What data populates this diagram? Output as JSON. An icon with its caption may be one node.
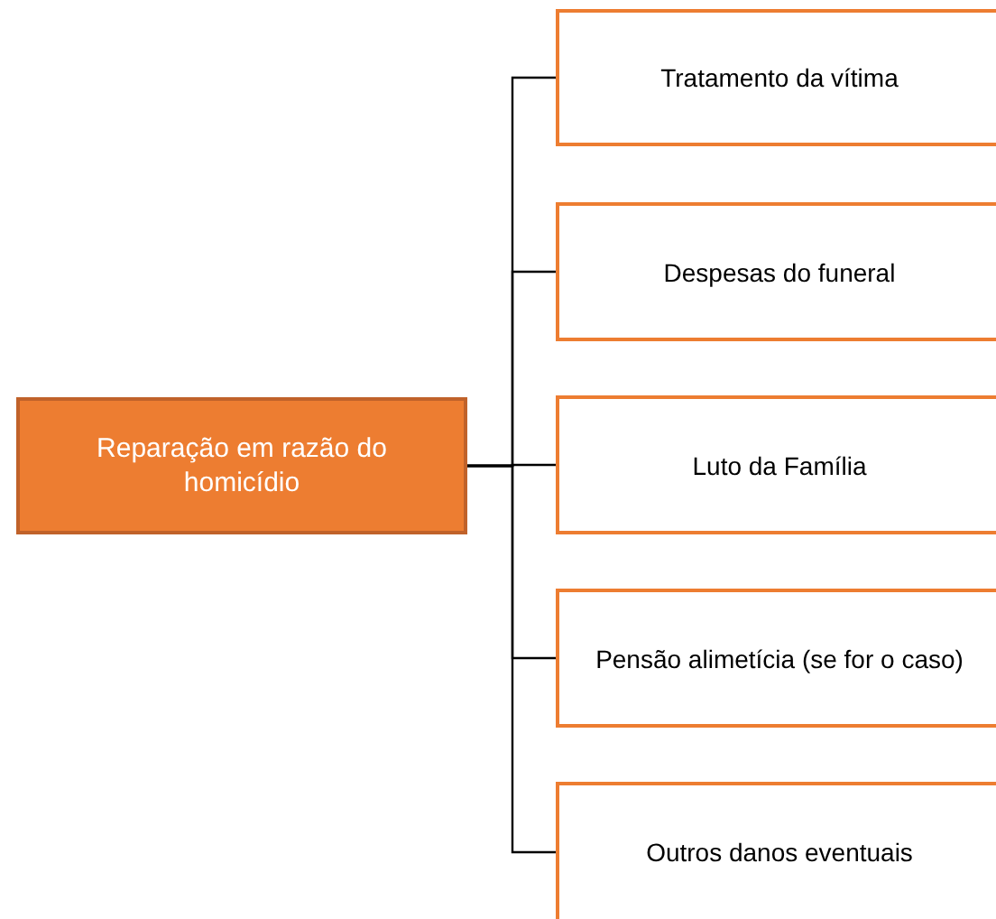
{
  "diagram": {
    "nodes": [
      {
        "text": [
          "Reparação em razão do homicídio"
        ]
      },
      {
        "text": [
          "Tratamento da vítima"
        ]
      },
      {
        "text": [
          "Despesas do funeral"
        ]
      },
      {
        "text": [
          "Luto da Família"
        ]
      },
      {
        "text": [
          "Pensão alimetícia (se for o caso)"
        ]
      },
      {
        "text": [
          "Outros danos eventuais"
        ]
      }
    ],
    "edges": [
      {
        "from": 0,
        "to": 1,
        "arrow": "none"
      },
      {
        "from": 0,
        "to": 2,
        "arrow": "none"
      },
      {
        "from": 0,
        "to": 3,
        "arrow": "none"
      },
      {
        "from": 0,
        "to": 4,
        "arrow": "none"
      },
      {
        "from": 0,
        "to": 5,
        "arrow": "none"
      }
    ]
  }
}
